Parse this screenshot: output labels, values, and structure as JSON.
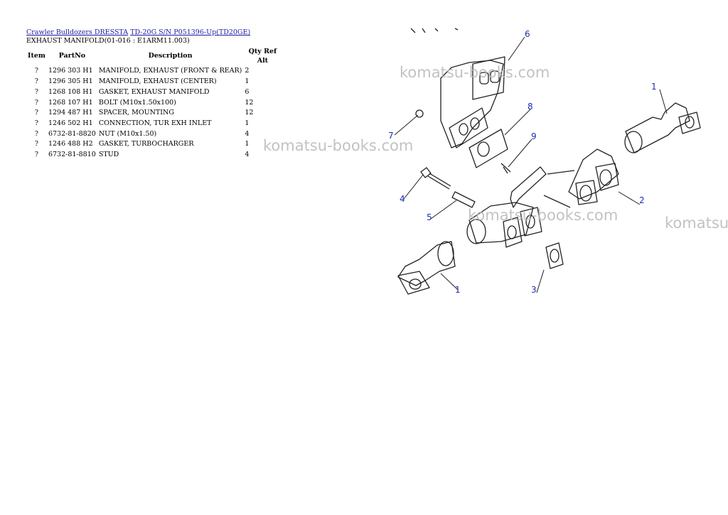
{
  "breadcrumb": {
    "link1": "Crawler Bulldozers DRESSTA",
    "link2": "TD-20G S/N P051396-Up(TD20GE)"
  },
  "subtitle": "EXHAUST MANIFOLD(01-016 : E1ARM11.003)",
  "table": {
    "headers": {
      "item": "Item",
      "partno": "PartNo",
      "description": "Description",
      "qty": "Qty Ref Alt"
    },
    "rows": [
      {
        "item": "?",
        "partno": "1296 303 H1",
        "description": "MANIFOLD, EXHAUST (FRONT & REAR)",
        "qty": "2"
      },
      {
        "item": "?",
        "partno": "1296 305 H1",
        "description": "MANIFOLD, EXHAUST (CENTER)",
        "qty": "1"
      },
      {
        "item": "?",
        "partno": "1268 108 H1",
        "description": "GASKET, EXHAUST MANIFOLD",
        "qty": "6"
      },
      {
        "item": "?",
        "partno": "1268 107 H1",
        "description": "BOLT (M10x1.50x100)",
        "qty": "12"
      },
      {
        "item": "?",
        "partno": "1294 487 H1",
        "description": "SPACER, MOUNTING",
        "qty": "12"
      },
      {
        "item": "?",
        "partno": "1246 502 H1",
        "description": "CONNECTION, TUR EXH INLET",
        "qty": "1"
      },
      {
        "item": "?",
        "partno": "6732-81-8820",
        "description": "NUT (M10x1.50)",
        "qty": "4"
      },
      {
        "item": "?",
        "partno": "1246 488 H2",
        "description": "GASKET, TURBOCHARGER",
        "qty": "1"
      },
      {
        "item": "?",
        "partno": "6732-81-8810",
        "description": "STUD",
        "qty": "4"
      }
    ]
  },
  "watermark": "komatsu-books.com",
  "callouts": {
    "c1": "1",
    "c2": "2",
    "c3": "3",
    "c4": "4",
    "c5": "5",
    "c6": "6",
    "c7": "7",
    "c8": "8",
    "c9": "9"
  },
  "colors": {
    "link": "#1a1aa6",
    "callout": "#1f2fb0",
    "watermark": "#b8b8b8"
  }
}
